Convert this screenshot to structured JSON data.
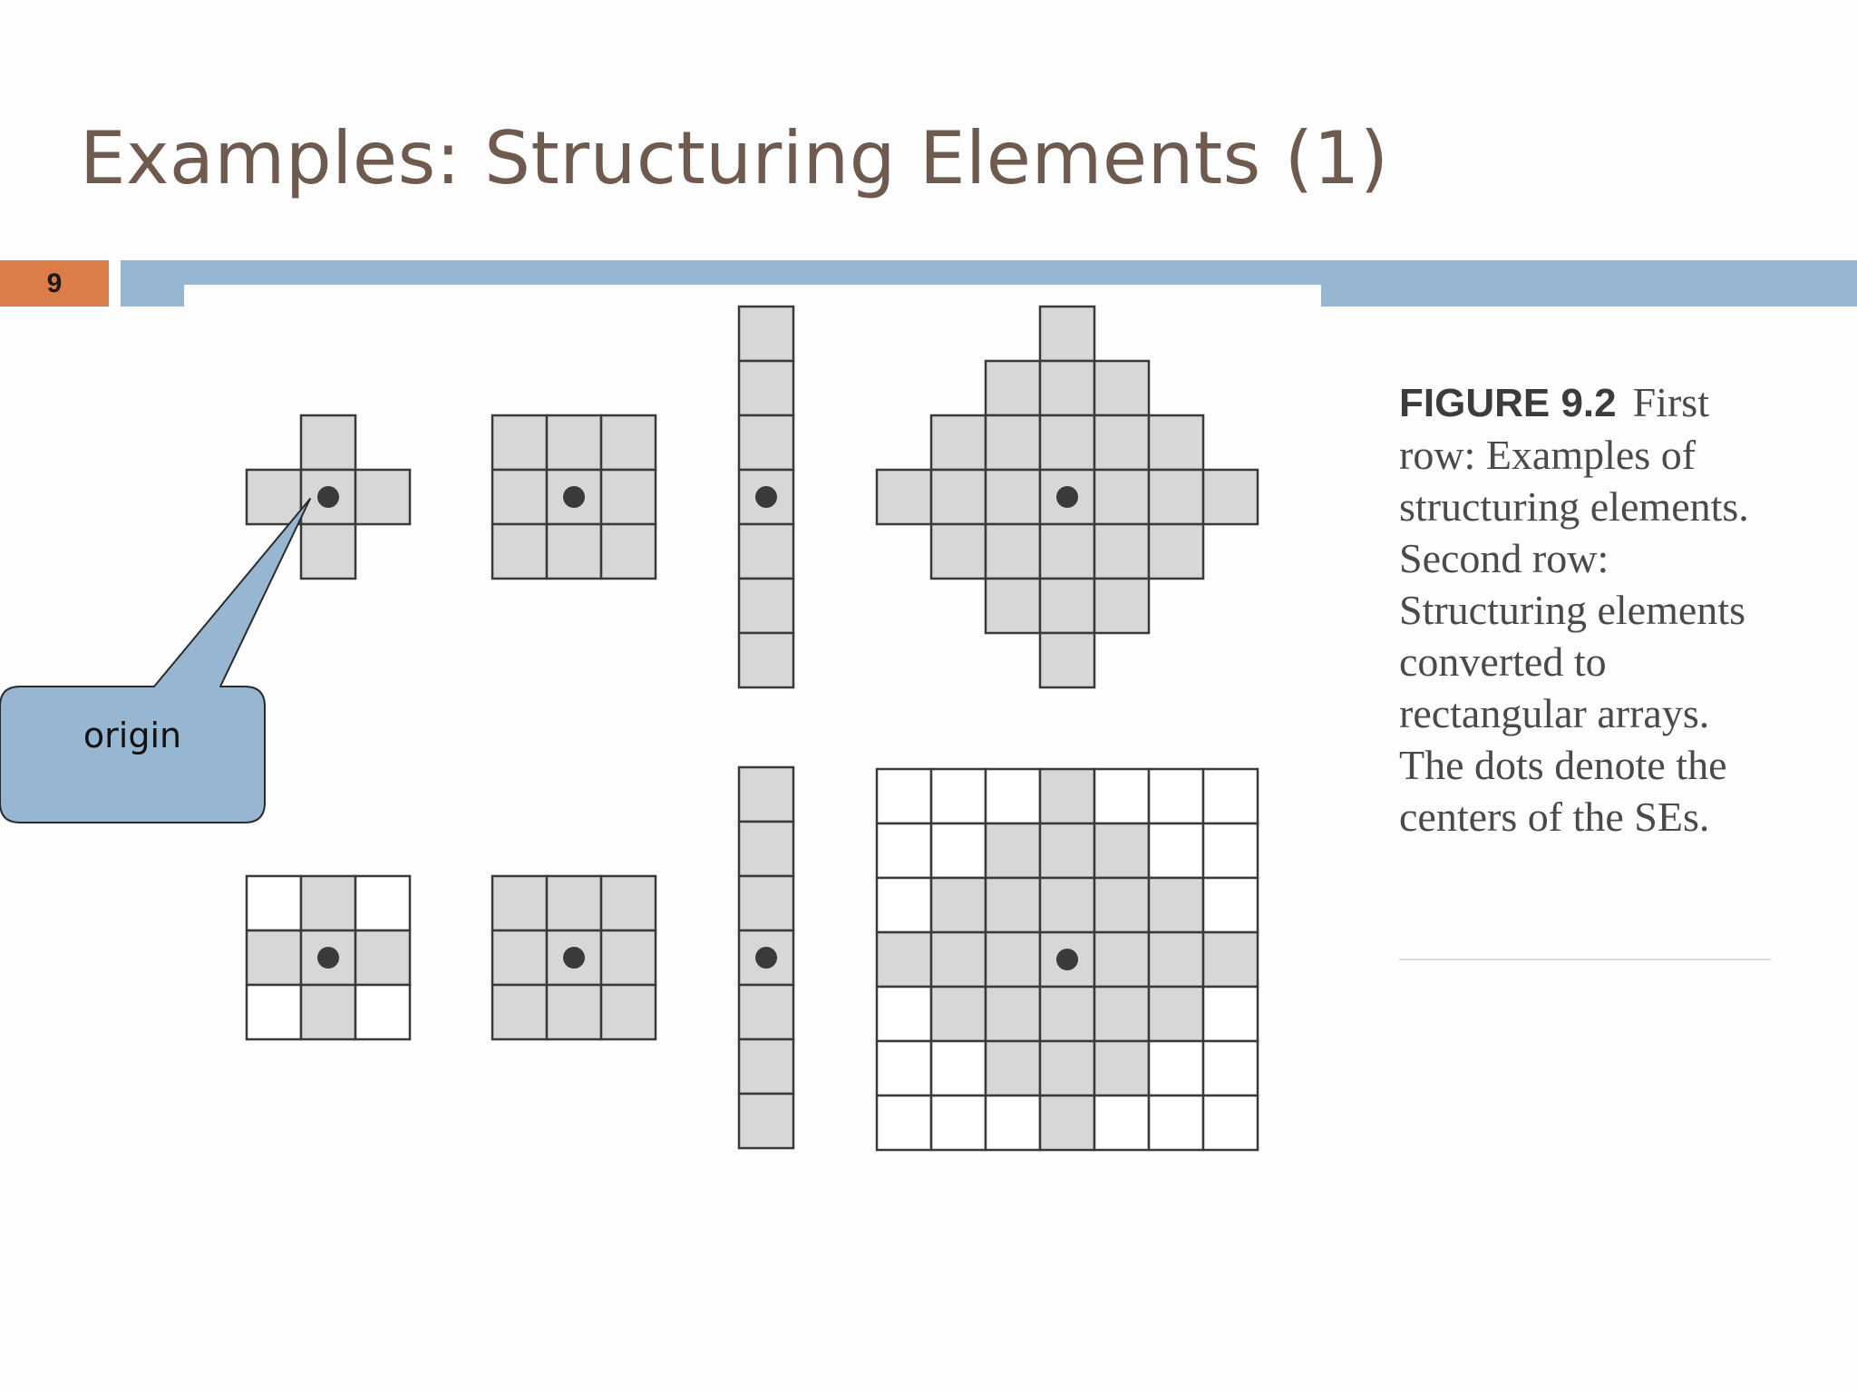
{
  "slide": {
    "title": "Examples: Structuring Elements (1)",
    "page_number": "9"
  },
  "callout": {
    "label": "origin"
  },
  "caption": {
    "label": "FIGURE 9.2",
    "text": "First row: Examples of structuring elements. Second row: Structuring elements converted to rectangular arrays. The dots denote the centers of the SEs."
  },
  "colors": {
    "title": "#6e5a4f",
    "page_badge": "#dc7c46",
    "rule_bar": "#97b6d2",
    "callout_fill": "#97b6d2",
    "cell_gray": "#d8d6d6",
    "cell_white": "#ffffff",
    "grid_line": "#3a3a3a"
  },
  "structuring_elements": {
    "first_row": [
      {
        "name": "cross-3x3",
        "grid": [
          "010",
          "111",
          "010"
        ],
        "origin": [
          1,
          1
        ]
      },
      {
        "name": "square-3x3",
        "grid": [
          "111",
          "111",
          "111"
        ],
        "origin": [
          1,
          1
        ]
      },
      {
        "name": "line-vertical-7",
        "grid": [
          "1",
          "1",
          "1",
          "1",
          "1",
          "1",
          "1"
        ],
        "origin": [
          3,
          0
        ]
      },
      {
        "name": "diamond-7x7",
        "grid": [
          "0001000",
          "0011100",
          "0111110",
          "1111111",
          "0111110",
          "0011100",
          "0001000"
        ],
        "origin": [
          3,
          3
        ]
      }
    ],
    "second_row": [
      {
        "name": "cross-3x3-array",
        "grid": [
          "010",
          "111",
          "010"
        ],
        "origin": [
          1,
          1
        ]
      },
      {
        "name": "square-3x3-array",
        "grid": [
          "111",
          "111",
          "111"
        ],
        "origin": [
          1,
          1
        ]
      },
      {
        "name": "line-vertical-7-array",
        "grid": [
          "1",
          "1",
          "1",
          "1",
          "1",
          "1",
          "1"
        ],
        "origin": [
          3,
          0
        ]
      },
      {
        "name": "diamond-7x7-array",
        "grid": [
          "0001000",
          "0011100",
          "0111110",
          "1111111",
          "0111110",
          "0011100",
          "0001000"
        ],
        "origin": [
          3,
          3
        ]
      }
    ]
  }
}
